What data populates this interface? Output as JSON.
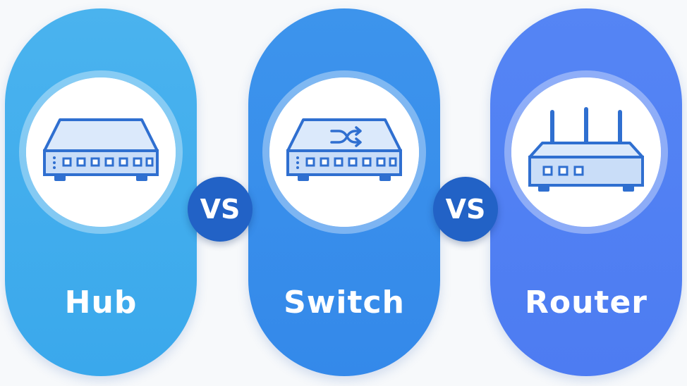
{
  "devices": [
    {
      "id": "hub",
      "label": "Hub",
      "icon": "hub-icon",
      "color": "#3aa8ec"
    },
    {
      "id": "switch",
      "label": "Switch",
      "icon": "switch-icon",
      "color": "#3489ea"
    },
    {
      "id": "router",
      "label": "Router",
      "icon": "router-icon",
      "color": "#4d7cf2"
    }
  ],
  "vs_labels": [
    "VS",
    "VS"
  ],
  "colors": {
    "vs_badge": "#2262c6",
    "icon_stroke": "#2f6fd0",
    "icon_fill": "#dbe9fb"
  }
}
